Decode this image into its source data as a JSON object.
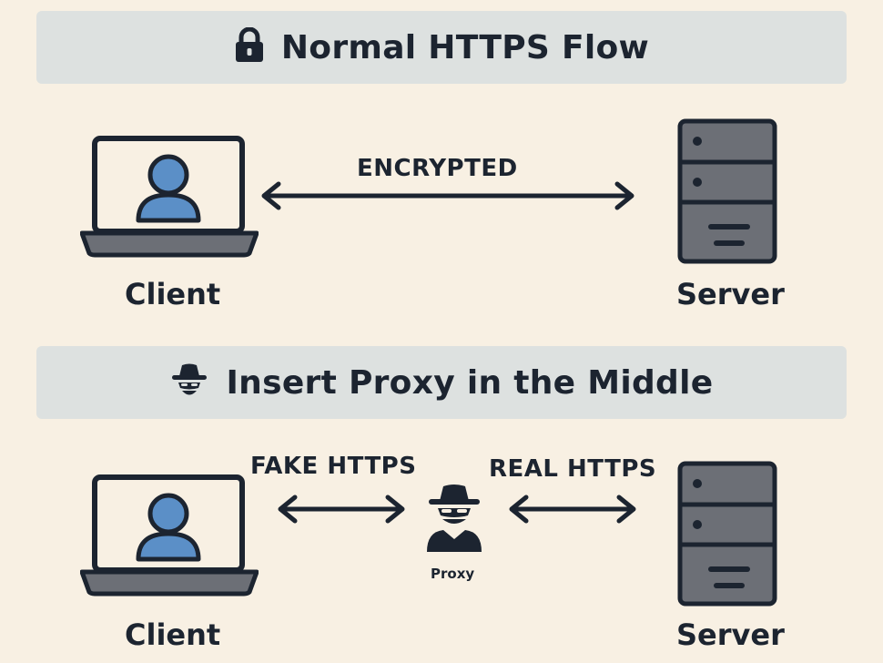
{
  "section_normal": {
    "title": "Normal HTTPS Flow",
    "icon": "lock-icon",
    "client_label": "Client",
    "server_label": "Server",
    "arrow_label": "ENCRYPTED"
  },
  "section_proxy": {
    "title": "Insert Proxy in the Middle",
    "icon": "spy-icon",
    "client_label": "Client",
    "server_label": "Server",
    "proxy_label": "Proxy",
    "left_arrow_label": "FAKE HTTPS",
    "right_arrow_label": "REAL HTTPS"
  },
  "colors": {
    "background": "#f8f0e3",
    "banner": "#dde1e0",
    "ink": "#1c2430",
    "user_blue": "#5b8fc7",
    "device_gray": "#6c6f76"
  }
}
